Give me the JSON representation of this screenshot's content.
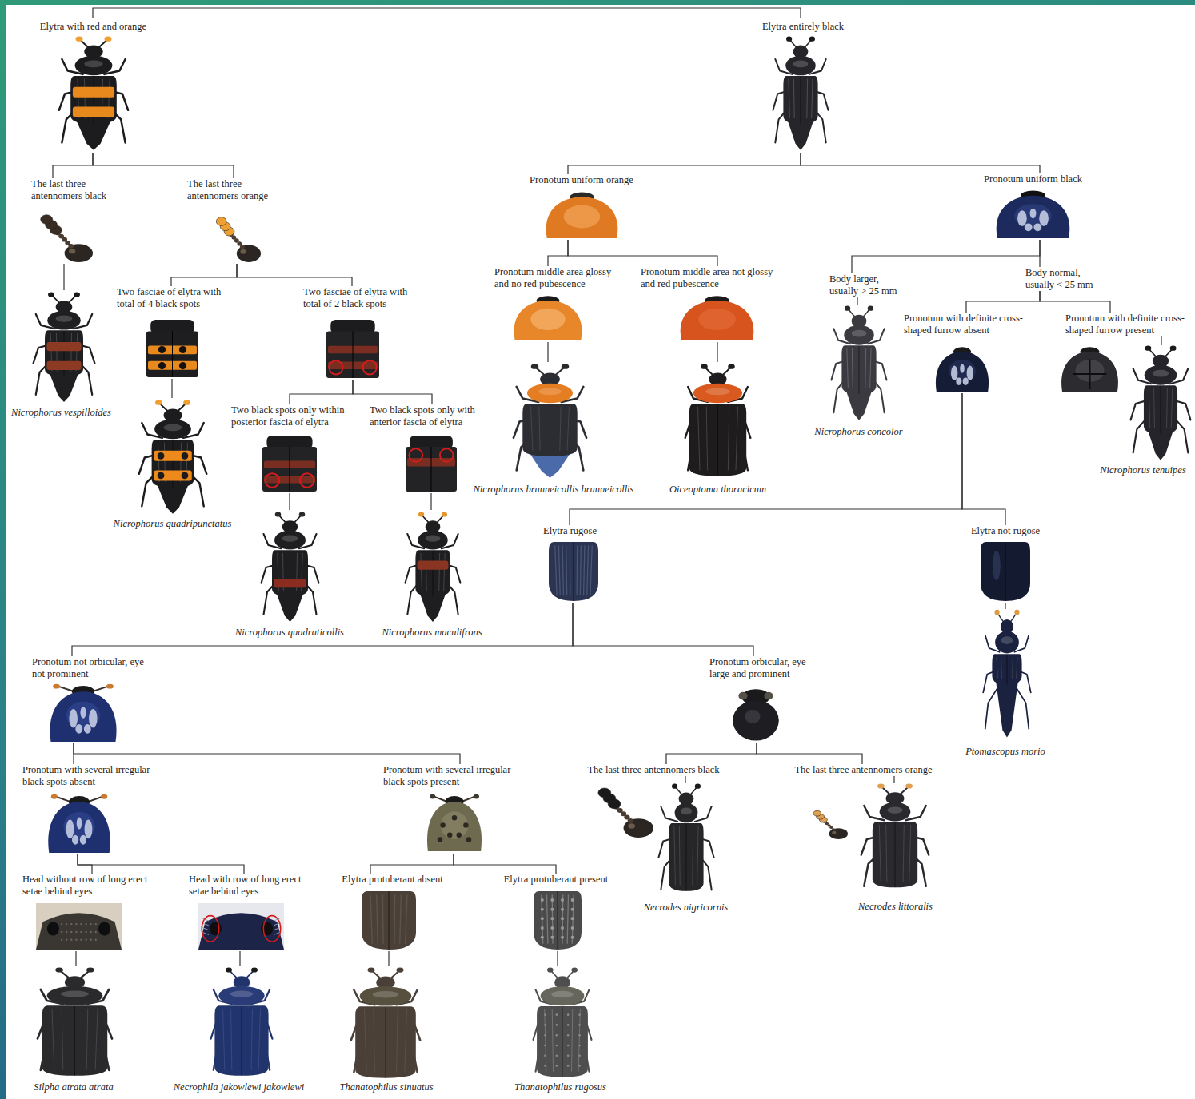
{
  "diagram": {
    "nodes": [
      {
        "text": [
          "Elytra with red and orange"
        ]
      },
      {
        "text": [
          "Elytra entirely black"
        ]
      },
      {
        "text": [
          "The last three antennomers black"
        ]
      },
      {
        "text": [
          "The last three antennomers orange"
        ]
      },
      {
        "text": [
          "Nicrophorus vespilloides"
        ]
      },
      {
        "text": [
          "Two fasciae of elytra with total of 4 black spots"
        ]
      },
      {
        "text": [
          "Two fasciae of elytra with total of 2 black spots"
        ]
      },
      {
        "text": [
          "Nicrophorus quadripunctatus"
        ]
      },
      {
        "text": [
          "Two black spots only within posterior fascia of elytra"
        ]
      },
      {
        "text": [
          "Two black spots only with anterior fascia of elytra"
        ]
      },
      {
        "text": [
          "Nicrophorus quadraticollis"
        ]
      },
      {
        "text": [
          "Nicrophorus maculifrons"
        ]
      },
      {
        "text": [
          "Pronotum uniform orange"
        ]
      },
      {
        "text": [
          "Pronotum uniform black"
        ]
      },
      {
        "text": [
          "Pronotum middle area glossy and no red pubescence"
        ]
      },
      {
        "text": [
          "Pronotum middle area not glossy and red pubescence"
        ]
      },
      {
        "text": [
          "Nicrophorus brunneicollis brunneicollis"
        ]
      },
      {
        "text": [
          "Oiceoptoma thoracicum"
        ]
      },
      {
        "text": [
          "Body larger, usually > 25 mm"
        ]
      },
      {
        "text": [
          "Body normal, usually < 25 mm"
        ]
      },
      {
        "text": [
          "Nicrophorus concolor"
        ]
      },
      {
        "text": [
          "Pronotum with definite cross-shaped furrow absent"
        ]
      },
      {
        "text": [
          "Pronotum with definite cross-shaped furrow present"
        ]
      },
      {
        "text": [
          "Nicrophorus tenuipes"
        ]
      },
      {
        "text": [
          "Elytra rugose"
        ]
      },
      {
        "text": [
          "Elytra not rugose"
        ]
      },
      {
        "text": [
          "Ptomascopus morio"
        ]
      },
      {
        "text": [
          "Pronotum not orbicular, eye not prominent"
        ]
      },
      {
        "text": [
          "Pronotum orbicular, eye large and prominent"
        ]
      },
      {
        "text": [
          "Pronotum with several irregular black spots absent"
        ]
      },
      {
        "text": [
          "Pronotum with several irregular black spots present"
        ]
      },
      {
        "text": [
          "The last three antennomers black"
        ]
      },
      {
        "text": [
          "The last three antennomers orange"
        ]
      },
      {
        "text": [
          "Necrodes nigricornis"
        ]
      },
      {
        "text": [
          "Necrodes littoralis"
        ]
      },
      {
        "text": [
          "Head without row of long erect setae behind eyes"
        ]
      },
      {
        "text": [
          "Head with row of long erect setae behind eyes"
        ]
      },
      {
        "text": [
          "Silpha atrata atrata"
        ]
      },
      {
        "text": [
          "Necrophila jakowlewi jakowlewi"
        ]
      },
      {
        "text": [
          "Elytra protuberant absent"
        ]
      },
      {
        "text": [
          "Elytra protuberant present"
        ]
      },
      {
        "text": [
          "Thanatophilus sinuatus"
        ]
      },
      {
        "text": [
          "Thanatophilus rugosus"
        ]
      }
    ],
    "edges": [
      {
        "from": 0,
        "to": 2,
        "arrow": "none"
      },
      {
        "from": 0,
        "to": 3,
        "arrow": "none"
      },
      {
        "from": 2,
        "to": 4,
        "arrow": "none"
      },
      {
        "from": 3,
        "to": 5,
        "arrow": "none"
      },
      {
        "from": 3,
        "to": 6,
        "arrow": "none"
      },
      {
        "from": 5,
        "to": 7,
        "arrow": "none"
      },
      {
        "from": 6,
        "to": 8,
        "arrow": "none"
      },
      {
        "from": 6,
        "to": 9,
        "arrow": "none"
      },
      {
        "from": 8,
        "to": 10,
        "arrow": "none"
      },
      {
        "from": 9,
        "to": 11,
        "arrow": "none"
      },
      {
        "from": 1,
        "to": 12,
        "arrow": "none"
      },
      {
        "from": 1,
        "to": 13,
        "arrow": "none"
      },
      {
        "from": 12,
        "to": 14,
        "arrow": "none"
      },
      {
        "from": 12,
        "to": 15,
        "arrow": "none"
      },
      {
        "from": 14,
        "to": 16,
        "arrow": "none"
      },
      {
        "from": 15,
        "to": 17,
        "arrow": "none"
      },
      {
        "from": 13,
        "to": 18,
        "arrow": "none"
      },
      {
        "from": 13,
        "to": 19,
        "arrow": "none"
      },
      {
        "from": 18,
        "to": 20,
        "arrow": "none"
      },
      {
        "from": 19,
        "to": 21,
        "arrow": "none"
      },
      {
        "from": 19,
        "to": 22,
        "arrow": "none"
      },
      {
        "from": 22,
        "to": 23,
        "arrow": "none"
      },
      {
        "from": 21,
        "to": 24,
        "arrow": "none"
      },
      {
        "from": 21,
        "to": 25,
        "arrow": "none"
      },
      {
        "from": 25,
        "to": 26,
        "arrow": "none"
      },
      {
        "from": 24,
        "to": 27,
        "arrow": "none"
      },
      {
        "from": 24,
        "to": 28,
        "arrow": "none"
      },
      {
        "from": 27,
        "to": 29,
        "arrow": "none"
      },
      {
        "from": 27,
        "to": 30,
        "arrow": "none"
      },
      {
        "from": 28,
        "to": 31,
        "arrow": "none"
      },
      {
        "from": 28,
        "to": 32,
        "arrow": "none"
      },
      {
        "from": 31,
        "to": 33,
        "arrow": "none"
      },
      {
        "from": 32,
        "to": 34,
        "arrow": "none"
      },
      {
        "from": 29,
        "to": 35,
        "arrow": "none"
      },
      {
        "from": 29,
        "to": 36,
        "arrow": "none"
      },
      {
        "from": 35,
        "to": 37,
        "arrow": "none"
      },
      {
        "from": 36,
        "to": 38,
        "arrow": "none"
      },
      {
        "from": 30,
        "to": 39,
        "arrow": "none"
      },
      {
        "from": 30,
        "to": 40,
        "arrow": "none"
      },
      {
        "from": 39,
        "to": 41,
        "arrow": "none"
      },
      {
        "from": 40,
        "to": 42,
        "arrow": "none"
      }
    ]
  }
}
